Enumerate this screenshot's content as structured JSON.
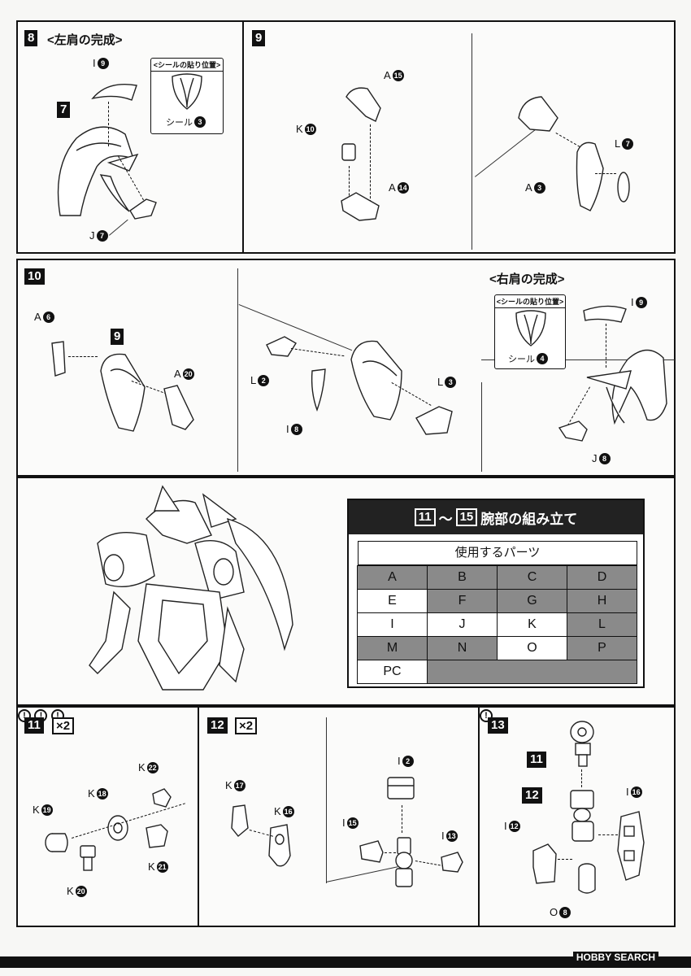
{
  "steps": {
    "s8": {
      "num": "8",
      "title": "<左肩の完成>",
      "seal_header": "<シールの貼り位置>",
      "seal_label": "シール",
      "seal_num": "3",
      "ref_step": "7",
      "i_letter": "I",
      "i_num": "9",
      "j_letter": "J",
      "j_num": "7"
    },
    "s9": {
      "num": "9",
      "a15_letter": "A",
      "a15_num": "15",
      "k10_letter": "K",
      "k10_num": "10",
      "a14_letter": "A",
      "a14_num": "14",
      "l7_letter": "L",
      "l7_num": "7",
      "a3_letter": "A",
      "a3_num": "3"
    },
    "s10": {
      "num": "10",
      "a6_letter": "A",
      "a6_num": "6",
      "ref_step": "9",
      "a20_letter": "A",
      "a20_num": "20",
      "l2_letter": "L",
      "l2_num": "2",
      "i8_letter": "I",
      "i8_num": "8",
      "l3_letter": "L",
      "l3_num": "3",
      "right_title": "<右肩の完成>",
      "seal_header": "<シールの貼り位置>",
      "seal_label": "シール",
      "seal_num": "4",
      "i9_letter": "I",
      "i9_num": "9",
      "j8_letter": "J",
      "j8_num": "8"
    },
    "s11": {
      "num": "11",
      "mult": "×2",
      "k22": "22",
      "k18": "18",
      "k19": "19",
      "k21": "21",
      "k20": "20",
      "k": "K",
      "bang": "!"
    },
    "s12": {
      "num": "12",
      "mult": "×2",
      "k17": "17",
      "k16": "16",
      "i2": "2",
      "i15": "15",
      "i13": "13",
      "k": "K",
      "i": "I"
    },
    "s13": {
      "num": "13",
      "ref11": "11",
      "ref12": "12",
      "i16": "16",
      "i12": "12",
      "o8": "8",
      "i": "I",
      "o": "O",
      "bang": "!"
    }
  },
  "parts_table": {
    "range_start": "11",
    "range_sep": "～",
    "range_end": "15",
    "title": "腕部の組み立て",
    "subheader": "使用するパーツ",
    "rows": [
      [
        {
          "t": "A",
          "c": "gray"
        },
        {
          "t": "B",
          "c": "gray"
        },
        {
          "t": "C",
          "c": "gray"
        },
        {
          "t": "D",
          "c": "gray"
        }
      ],
      [
        {
          "t": "E",
          "c": "white"
        },
        {
          "t": "F",
          "c": "gray"
        },
        {
          "t": "G",
          "c": "gray"
        },
        {
          "t": "H",
          "c": "gray"
        }
      ],
      [
        {
          "t": "I",
          "c": "white"
        },
        {
          "t": "J",
          "c": "white"
        },
        {
          "t": "K",
          "c": "white"
        },
        {
          "t": "L",
          "c": "gray"
        }
      ],
      [
        {
          "t": "M",
          "c": "gray"
        },
        {
          "t": "N",
          "c": "gray"
        },
        {
          "t": "O",
          "c": "white"
        },
        {
          "t": "P",
          "c": "gray"
        }
      ]
    ],
    "last_row_label": "PC"
  },
  "watermark": "HOBBY SEARCH",
  "colors": {
    "ink": "#111111",
    "table_gray": "#8a8a8a",
    "paper": "#f7f7f5"
  }
}
